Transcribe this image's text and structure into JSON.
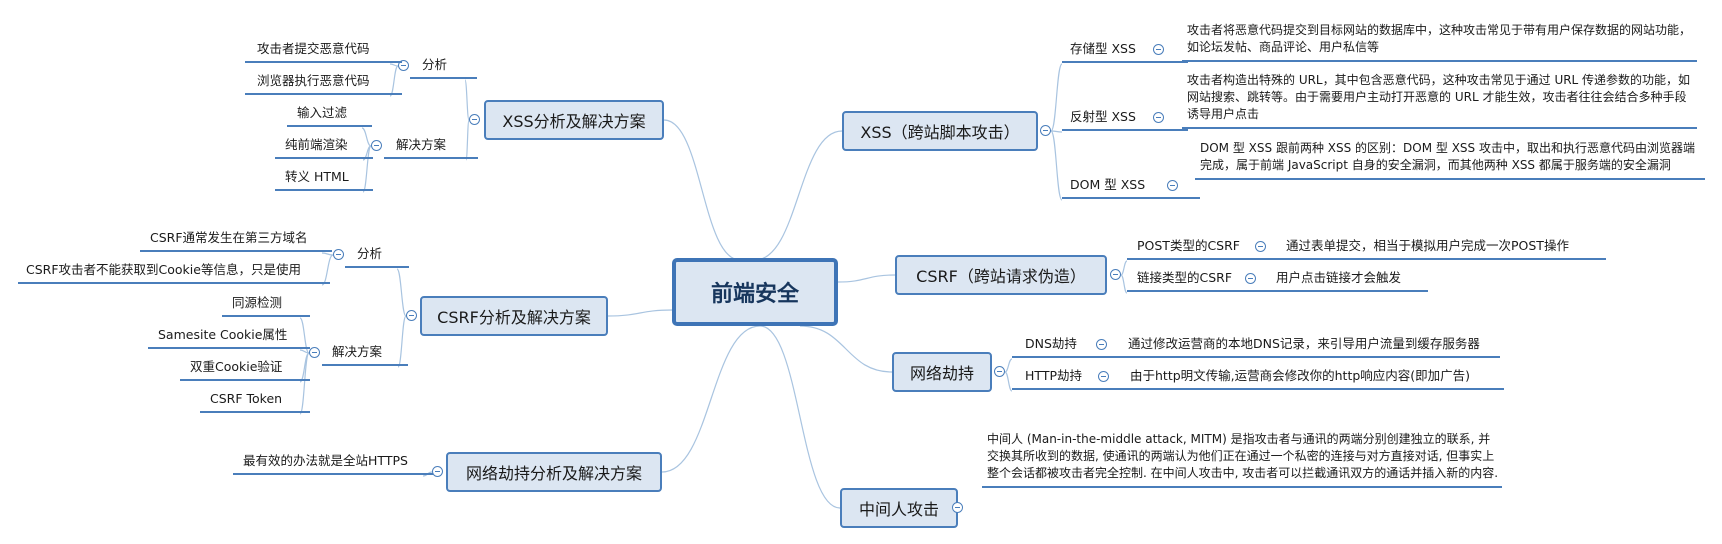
{
  "root": "前端安全",
  "right": {
    "xss": {
      "label": "XSS（跨站脚本攻击）",
      "stored": {
        "label": "存储型 XSS",
        "desc": "攻击者将恶意代码提交到目标网站的数据库中，这种攻击常见于带有用户保存数据的网站功能，如论坛发帖、商品评论、用户私信等"
      },
      "reflected": {
        "label": "反射型 XSS",
        "desc": "攻击者构造出特殊的 URL，其中包含恶意代码，这种攻击常见于通过 URL 传递参数的功能，如网站搜索、跳转等。由于需要用户主动打开恶意的 URL 才能生效，攻击者往往会结合多种手段诱导用户点击"
      },
      "dom": {
        "label": "DOM 型 XSS",
        "desc": "DOM 型 XSS 跟前两种 XSS 的区别：DOM 型 XSS 攻击中，取出和执行恶意代码由浏览器端完成，属于前端 JavaScript 自身的安全漏洞，而其他两种 XSS 都属于服务端的安全漏洞"
      }
    },
    "csrf": {
      "label": "CSRF（跨站请求伪造）",
      "post": {
        "label": "POST类型的CSRF",
        "desc": "通过表单提交，相当于模拟用户完成一次POST操作"
      },
      "link": {
        "label": "链接类型的CSRF",
        "desc": "用户点击链接才会触发"
      }
    },
    "hijack": {
      "label": "网络劫持",
      "dns": {
        "label": "DNS劫持",
        "desc": "通过修改运营商的本地DNS记录，来引导用户流量到缓存服务器"
      },
      "http": {
        "label": "HTTP劫持",
        "desc": "由于http明文传输,运营商会修改你的http响应内容(即加广告)"
      }
    },
    "mitm": {
      "label": "中间人攻击",
      "desc": "中间人 (Man-in-the-middle attack, MITM) 是指攻击者与通讯的两端分别创建独立的联系, 并交换其所收到的数据, 使通讯的两端认为他们正在通过一个私密的连接与对方直接对话, 但事实上整个会话都被攻击者完全控制. 在中间人攻击中, 攻击者可以拦截通讯双方的通话并插入新的内容."
    }
  },
  "left": {
    "xss_solution": {
      "label": "XSS分析及解决方案",
      "analysis": {
        "label": "分析",
        "items": [
          "攻击者提交恶意代码",
          "浏览器执行恶意代码"
        ]
      },
      "solution": {
        "label": "解决方案",
        "items": [
          "输入过滤",
          "纯前端渲染",
          "转义 HTML"
        ]
      }
    },
    "csrf_solution": {
      "label": "CSRF分析及解决方案",
      "analysis": {
        "label": "分析",
        "items": [
          "CSRF通常发生在第三方域名",
          "CSRF攻击者不能获取到Cookie等信息，只是使用"
        ]
      },
      "solution": {
        "label": "解决方案",
        "items": [
          "同源检测",
          "Samesite Cookie属性",
          "双重Cookie验证",
          "CSRF Token"
        ]
      }
    },
    "hijack_solution": {
      "label": "网络劫持分析及解决方案",
      "items": [
        "最有效的办法就是全站HTTPS"
      ]
    }
  },
  "colors": {
    "line": "#a9c4e0",
    "accent": "#4a7ebb",
    "topic_fill": "#dce6f2",
    "root_border": "#3e74b6"
  }
}
